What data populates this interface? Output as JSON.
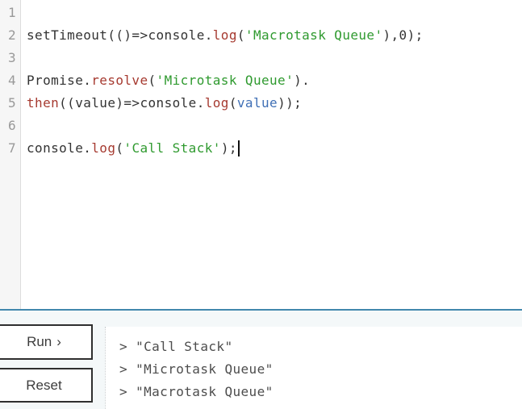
{
  "editor": {
    "colors": {
      "default": "#333333",
      "method": "#a63a30",
      "string": "#2f9a2f",
      "variable": "#3f6fb5",
      "line_number": "#999999",
      "divider": "#4187ad"
    },
    "lines": [
      {
        "number": "1",
        "tokens": []
      },
      {
        "number": "2",
        "tokens": [
          {
            "text": "setTimeout(()=>console.",
            "color": "default"
          },
          {
            "text": "log",
            "color": "method"
          },
          {
            "text": "(",
            "color": "default"
          },
          {
            "text": "'Macrotask Queue'",
            "color": "string"
          },
          {
            "text": "),0);",
            "color": "default"
          }
        ]
      },
      {
        "number": "3",
        "tokens": []
      },
      {
        "number": "4",
        "tokens": [
          {
            "text": "Promise.",
            "color": "default"
          },
          {
            "text": "resolve",
            "color": "method"
          },
          {
            "text": "(",
            "color": "default"
          },
          {
            "text": "'Microtask Queue'",
            "color": "string"
          },
          {
            "text": ").",
            "color": "default"
          }
        ]
      },
      {
        "number": "5",
        "tokens": [
          {
            "text": "then",
            "color": "method"
          },
          {
            "text": "((value)=>console.",
            "color": "default"
          },
          {
            "text": "log",
            "color": "method"
          },
          {
            "text": "(",
            "color": "default"
          },
          {
            "text": "value",
            "color": "variable"
          },
          {
            "text": "));",
            "color": "default"
          }
        ]
      },
      {
        "number": "6",
        "tokens": []
      },
      {
        "number": "7",
        "tokens": [
          {
            "text": "console.",
            "color": "default"
          },
          {
            "text": "log",
            "color": "method"
          },
          {
            "text": "(",
            "color": "default"
          },
          {
            "text": "'Call Stack'",
            "color": "string"
          },
          {
            "text": ");",
            "color": "default"
          }
        ],
        "cursor": true
      }
    ]
  },
  "controls": {
    "run_label": "Run",
    "run_icon": "›",
    "reset_label": "Reset"
  },
  "console": {
    "prompt": ">",
    "entries": [
      "\"Call Stack\"",
      "\"Microtask Queue\"",
      "\"Macrotask Queue\""
    ]
  }
}
